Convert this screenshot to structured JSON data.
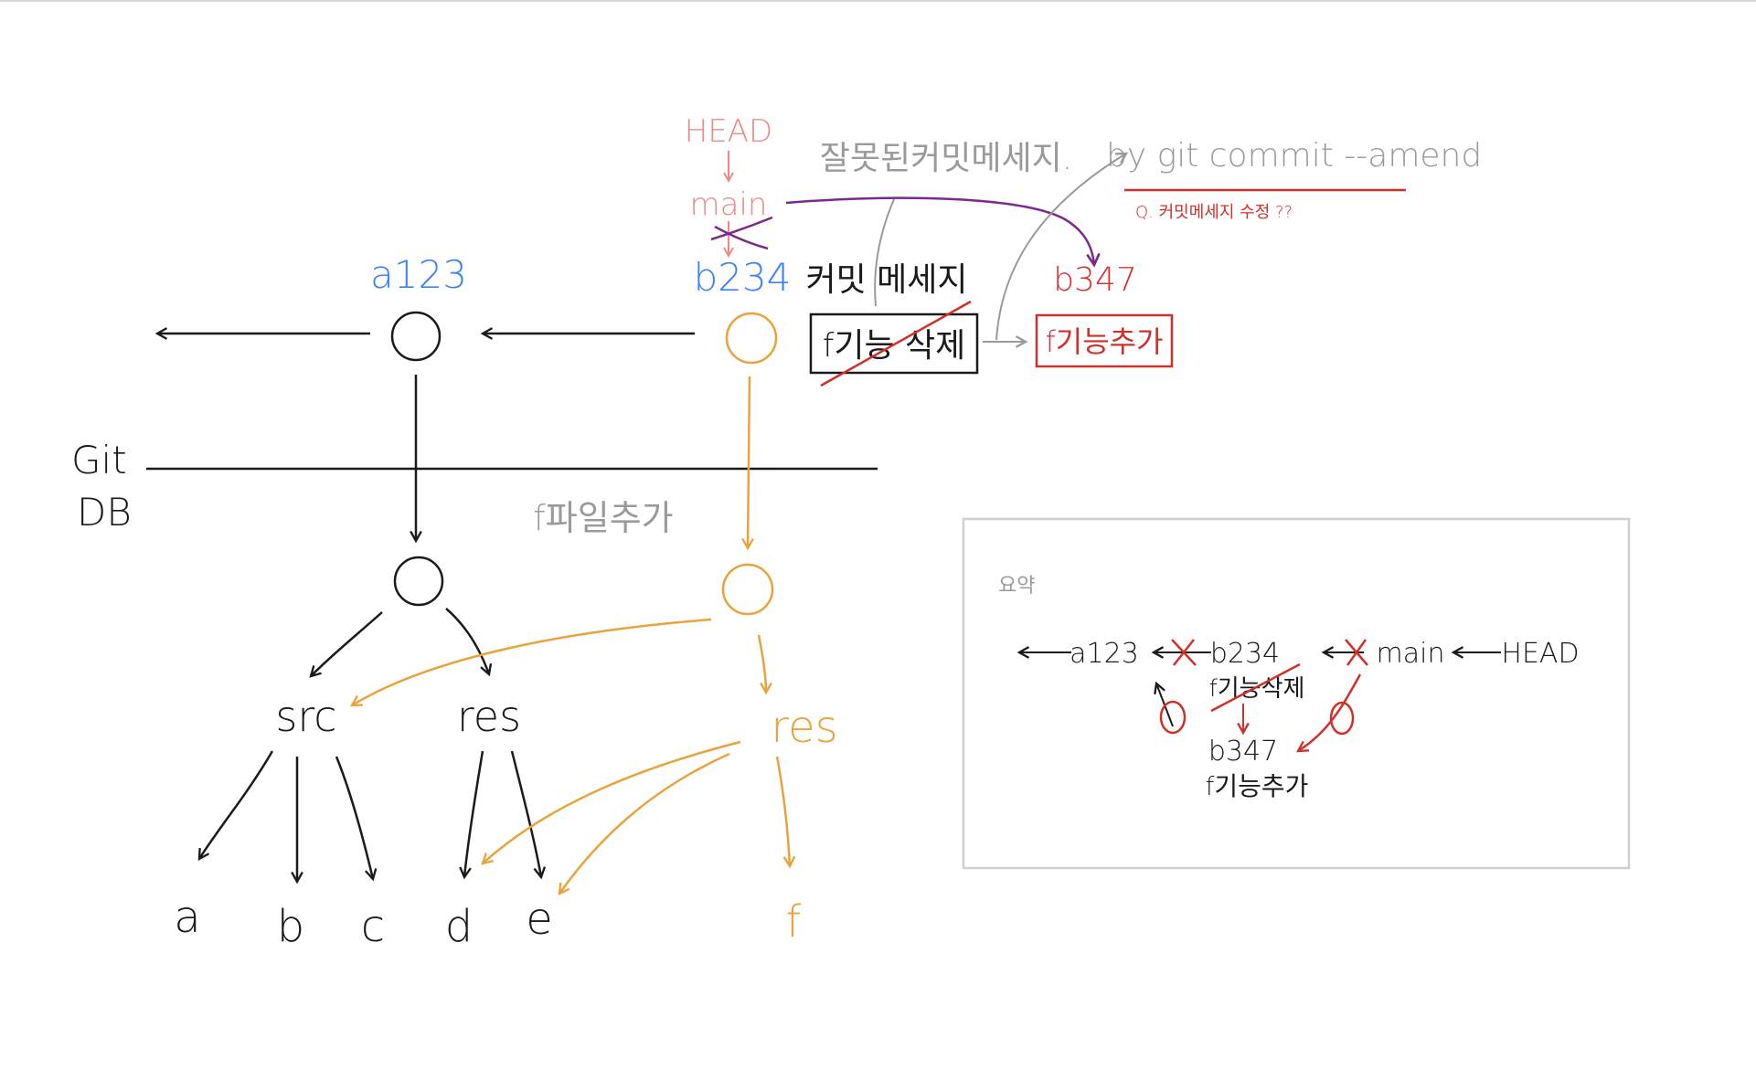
{
  "colors": {
    "black": "#1a1a1a",
    "blue": "#3b82f6",
    "orange": "#e8a33c",
    "pink": "#ee8a86",
    "gray": "#9a9a9a",
    "red": "#d0302a",
    "purple": "#7a2a8f",
    "box_border": "#cfcfcf"
  },
  "head_label": "HEAD",
  "main_label": "main",
  "commits": {
    "a123": "a123",
    "b234": "b234",
    "b347": "b347"
  },
  "git_db": {
    "line1": "Git",
    "line2": "DB"
  },
  "commit_message_label": "커밋 메세지",
  "old_message_box": "f기능 삭제",
  "new_message_box": "f기능추가",
  "wrong_message_note": "잘못된커밋메세지.",
  "amend_command": "by git commit --amend",
  "question": "Q. 커밋메세지 수정 ??",
  "add_file_note": "f파일추가",
  "tree": {
    "src": "src",
    "res_old": "res",
    "res_new": "res",
    "files": [
      "a",
      "b",
      "c",
      "d",
      "e"
    ],
    "new_file": "f"
  },
  "summary": {
    "title": "요약",
    "a123": "a123",
    "b234": "b234",
    "b234_msg": "f기능삭제",
    "b347": "b347",
    "b347_msg": "f기능추가",
    "main": "main",
    "head": "HEAD"
  }
}
